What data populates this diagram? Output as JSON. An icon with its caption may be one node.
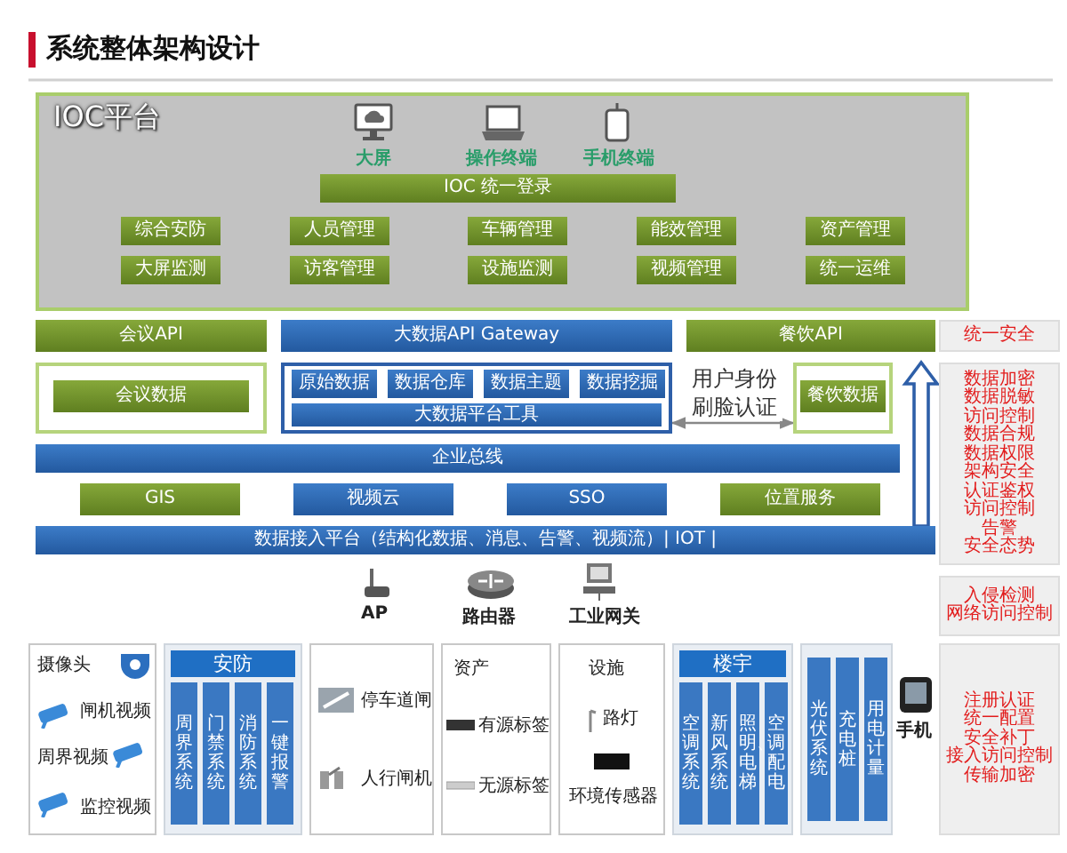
{
  "diagram": {
    "title": "系统整体架构设计",
    "nodes": [
      {
        "text": [
          "IOC平台"
        ]
      },
      {
        "text": [
          "IOC 统一登录"
        ],
        "in": 0
      },
      {
        "text": [
          "综合安防"
        ],
        "in": 0
      },
      {
        "text": [
          "人员管理"
        ],
        "in": 0
      },
      {
        "text": [
          "车辆管理"
        ],
        "in": 0
      },
      {
        "text": [
          "能效管理"
        ],
        "in": 0
      },
      {
        "text": [
          "资产管理"
        ],
        "in": 0
      },
      {
        "text": [
          "大屏监测"
        ],
        "in": 0
      },
      {
        "text": [
          "访客管理"
        ],
        "in": 0
      },
      {
        "text": [
          "设施监测"
        ],
        "in": 0
      },
      {
        "text": [
          "视频管理"
        ],
        "in": 0
      },
      {
        "text": [
          "统一运维"
        ],
        "in": 0
      },
      {
        "text": [
          "会议API"
        ]
      },
      {
        "text": [
          "大数据API Gateway"
        ]
      },
      {
        "text": [
          "餐饮API"
        ]
      },
      {
        "text": [
          "统一安全"
        ]
      },
      {
        "text": [],
        "shape": "box"
      },
      {
        "text": [
          "会议数据"
        ],
        "in": 16
      },
      {
        "text": [],
        "shape": "box"
      },
      {
        "text": [
          "原始数据"
        ],
        "in": 18
      },
      {
        "text": [
          "数据仓库"
        ],
        "in": 18
      },
      {
        "text": [
          "数据主题"
        ],
        "in": 18
      },
      {
        "text": [
          "数据挖掘"
        ],
        "in": 18
      },
      {
        "text": [
          "大数据平台工具"
        ],
        "in": 18
      },
      {
        "text": [],
        "shape": "box"
      },
      {
        "text": [
          "餐饮数据"
        ],
        "in": 24
      },
      {
        "text": [
          "数据加密",
          "数据脱敏",
          "访问控制",
          "数据合规",
          "数据权限",
          "架构安全",
          "认证鉴权",
          "访问控制",
          "告警",
          "安全态势"
        ]
      },
      {
        "text": [
          "企业总线"
        ]
      },
      {
        "text": [
          "GIS"
        ]
      },
      {
        "text": [
          "视频云"
        ]
      },
      {
        "text": [
          "SSO"
        ]
      },
      {
        "text": [
          "位置服务"
        ]
      },
      {
        "text": [
          "数据接入平台（结构化数据、消息、告警、视频流）| IOT |"
        ]
      },
      {
        "text": [
          "入侵检测",
          "网络访问控制"
        ]
      },
      {
        "text": [
          "摄像头",
          "闸机视频",
          "周界视频",
          "监控视频"
        ]
      },
      {
        "text": [
          "安防"
        ]
      },
      {
        "text": [
          "周界系统"
        ],
        "in": 35
      },
      {
        "text": [
          "门禁系统"
        ],
        "in": 35
      },
      {
        "text": [
          "消防系统"
        ],
        "in": 35
      },
      {
        "text": [
          "一键报警"
        ],
        "in": 35
      },
      {
        "text": [
          "停车道闸",
          "人行闸机"
        ]
      },
      {
        "text": [
          "资产",
          "有源标签",
          "无源标签"
        ]
      },
      {
        "text": [
          "设施",
          "路灯",
          "环境传感器"
        ]
      },
      {
        "text": [
          "楼宇"
        ]
      },
      {
        "text": [
          "空调系统"
        ],
        "in": 43
      },
      {
        "text": [
          "新风系统"
        ],
        "in": 43
      },
      {
        "text": [
          "照明、电梯"
        ],
        "in": 43
      },
      {
        "text": [
          "空调配电"
        ],
        "in": 43
      },
      {
        "text": [],
        "shape": "box"
      },
      {
        "text": [
          "光伏系统"
        ],
        "in": 48
      },
      {
        "text": [
          "充电桩"
        ],
        "in": 48
      },
      {
        "text": [
          "用电计量"
        ],
        "in": 48
      },
      {
        "text": [
          "注册认证",
          "统一配置",
          "安全补丁",
          "接入访问控制",
          "传输加密"
        ]
      }
    ],
    "edges": [
      {
        "from": 18,
        "to": 24,
        "arrow": "both",
        "label": "用户身份刷脸认证"
      },
      {
        "from": 32,
        "to": 14,
        "arrow": "to",
        "style": "thick",
        "color": "#2e5fa8"
      }
    ],
    "labels": [
      "大屏",
      "操作终端",
      "手机终端",
      "AP",
      "路由器",
      "工业网关",
      "手机"
    ]
  }
}
